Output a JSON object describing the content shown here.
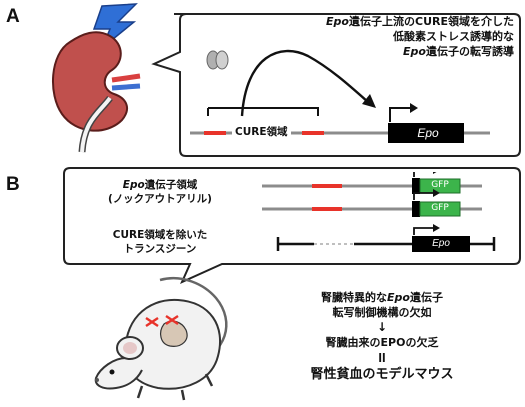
{
  "panel_a": {
    "label": "A",
    "title_line1_italic": "Epo",
    "title_line1_rest": "遺伝子上流のCURE領域を介した",
    "title_line2": "低酸素ストレス誘導的な",
    "title_line3_italic": "Epo",
    "title_line3_rest": "遺伝子の転写誘導",
    "cure_label": "CURE領域",
    "gene_label": "Epo"
  },
  "panel_b": {
    "label": "B",
    "allele_line1_italic": "Epo",
    "allele_line1_rest": "遺伝子領域",
    "allele_line2": "(ノックアウトアリル)",
    "transgene_line1": "CURE領域を除いた",
    "transgene_line2": "トランスジーン",
    "gfp_label": "GFP",
    "gene_label": "Epo",
    "conclusion_line1_a": "腎臓特異的な",
    "conclusion_line1_italic": "Epo",
    "conclusion_line1_b": "遺伝子",
    "conclusion_line2": "転写制御機構の欠如",
    "arrow_symbol": "↓",
    "conclusion_line3": "腎臓由来のEPOの欠乏",
    "equal_symbol": "II",
    "conclusion_line4": "腎性貧血のモデルマウス"
  },
  "colors": {
    "kidney": "#c0504d",
    "lightning": "#2f6fd6",
    "cure_red": "#e8332a",
    "gfp_green": "#3cb44b",
    "line_gray": "#8c8c8c"
  }
}
